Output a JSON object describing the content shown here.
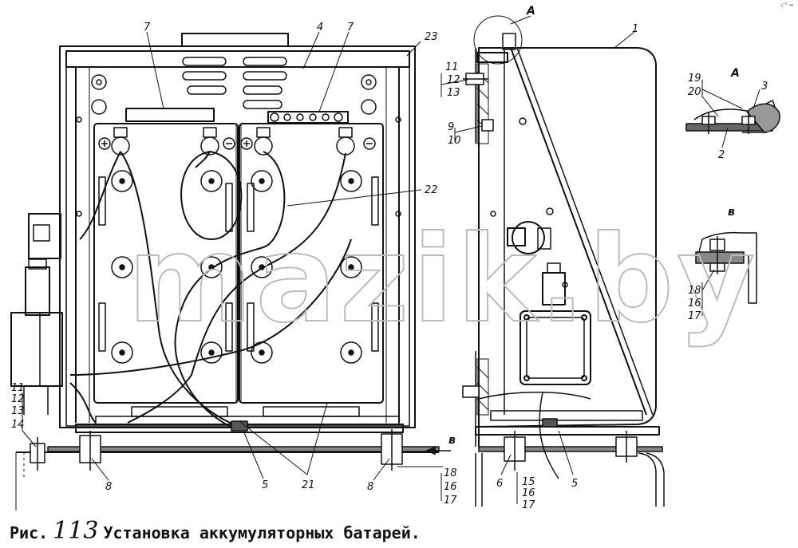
{
  "caption": {
    "prefix": "Рис.",
    "number": "113",
    "title": "Установка аккумуляторных батарей."
  },
  "watermark": "mazik.by",
  "corner_mark": "c° ━",
  "labels_left": {
    "l1": "1",
    "l4": "4",
    "l7a": "7",
    "l7b": "7",
    "l23": "23",
    "l22": "22",
    "l11": "11",
    "l12": "12",
    "l13": "13",
    "l14": "14",
    "l8a": "8",
    "l8b": "8",
    "l5": "5",
    "l21": "21",
    "l18": "18",
    "l16": "16",
    "l17": "17",
    "lB": "в"
  },
  "labels_side": {
    "lA": "A",
    "l11": "11",
    "l12": "12",
    "l13": "13",
    "l9": "9",
    "l10": "10",
    "l6": "6",
    "l15": "15",
    "l16": "16",
    "l17": "17",
    "l5": "5"
  },
  "detail_a": {
    "title": "A",
    "l19": "19",
    "l20": "20",
    "l3": "3",
    "l2": "2"
  },
  "detail_b": {
    "title": "в",
    "l18": "18",
    "l16": "16",
    "l17": "17"
  }
}
